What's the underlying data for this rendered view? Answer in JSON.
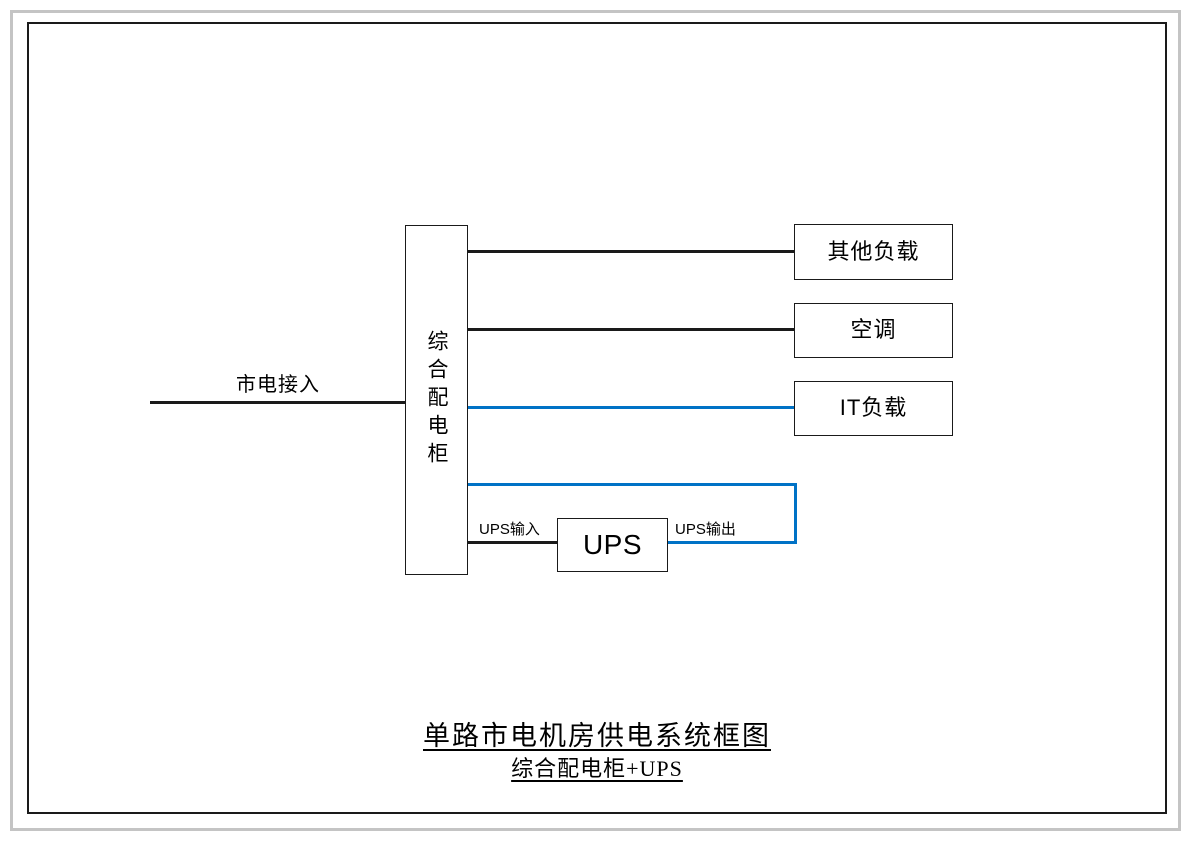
{
  "diagram": {
    "title_line1": "单路市电机房供电系统框图",
    "title_line2": "综合配电柜+UPS",
    "colors": {
      "wire_black": "#1a1a1a",
      "wire_blue": "#0072C6",
      "frame_outer": "#c4c4c4",
      "frame_inner": "#1a1a1a",
      "node_fill": "#ffffff",
      "text": "#000000"
    },
    "nodes": [
      {
        "id": "cabinet",
        "label": "综合配电柜",
        "orientation": "vertical"
      },
      {
        "id": "other_load",
        "label": "其他负载",
        "orientation": "horizontal"
      },
      {
        "id": "hvac",
        "label": "空调",
        "orientation": "horizontal"
      },
      {
        "id": "it_load",
        "label": "IT负载",
        "orientation": "horizontal"
      },
      {
        "id": "ups",
        "label": "UPS",
        "orientation": "horizontal"
      }
    ],
    "wire_labels": {
      "mains_in": "市电接入",
      "ups_in": "UPS输入",
      "ups_out": "UPS输出"
    },
    "connections": [
      {
        "id": "mains",
        "from": "mains-source",
        "to": "cabinet",
        "color": "#1a1a1a",
        "label": "市电接入"
      },
      {
        "id": "other_load",
        "from": "cabinet",
        "to": "other_load",
        "color": "#1a1a1a",
        "label": ""
      },
      {
        "id": "hvac",
        "from": "cabinet",
        "to": "hvac",
        "color": "#1a1a1a",
        "label": ""
      },
      {
        "id": "it_load",
        "from": "cabinet",
        "to": "it_load",
        "color": "#0072C6",
        "label": ""
      },
      {
        "id": "ups_in",
        "from": "cabinet",
        "to": "ups",
        "color": "#1a1a1a",
        "label": "UPS输入"
      },
      {
        "id": "ups_out",
        "from": "ups",
        "to": "cabinet",
        "color": "#0072C6",
        "label": "UPS输出"
      }
    ]
  }
}
